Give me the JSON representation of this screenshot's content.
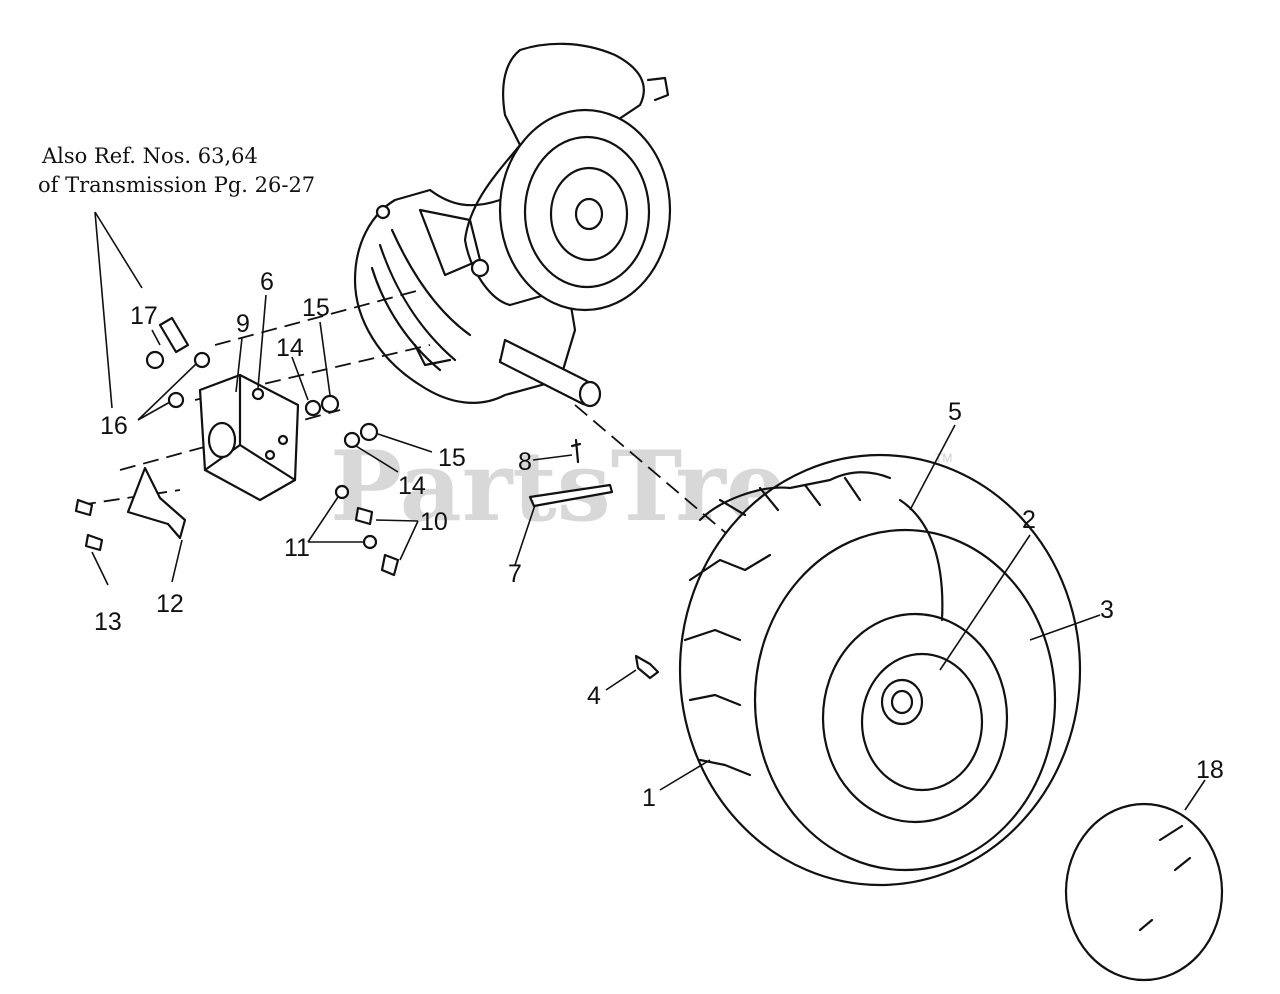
{
  "watermark": {
    "text": "PartsTree",
    "tm": "TM"
  },
  "note": {
    "line1": "Also Ref. Nos. 63,64",
    "line2": "of Transmission Pg. 26-27"
  },
  "callouts": {
    "c1": "1",
    "c2": "2",
    "c3": "3",
    "c4": "4",
    "c5": "5",
    "c6": "6",
    "c7": "7",
    "c8": "8",
    "c9": "9",
    "c10": "10",
    "c11": "11",
    "c12": "12",
    "c13": "13",
    "c14a": "14",
    "c14b": "14",
    "c15a": "15",
    "c15b": "15",
    "c16": "16",
    "c17": "17",
    "c18": "18"
  }
}
